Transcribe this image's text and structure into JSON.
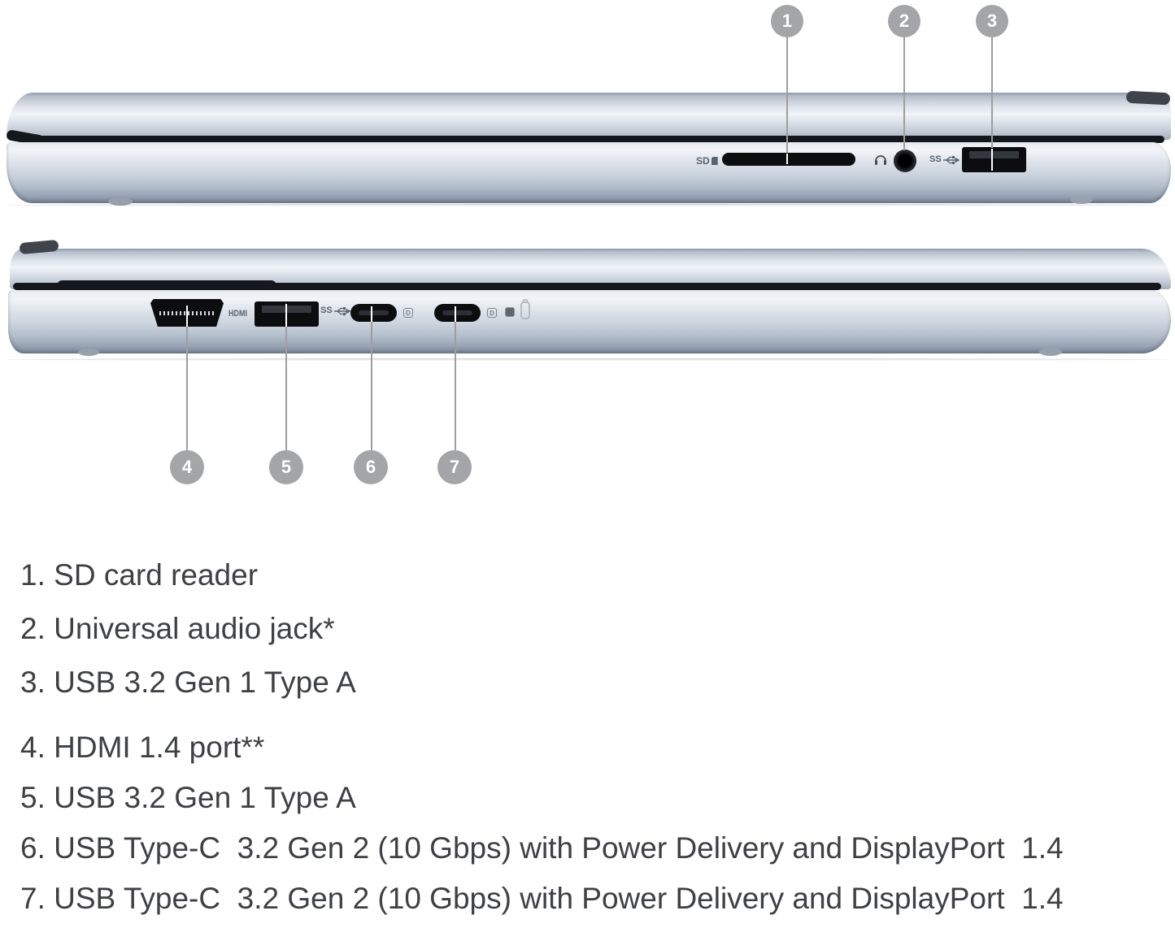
{
  "callouts": {
    "top": [
      {
        "num": "1",
        "target": "sd-card-reader"
      },
      {
        "num": "2",
        "target": "universal-audio-jack"
      },
      {
        "num": "3",
        "target": "usb-a-port"
      }
    ],
    "bottom": [
      {
        "num": "4",
        "target": "hdmi-port"
      },
      {
        "num": "5",
        "target": "usb-a-port"
      },
      {
        "num": "6",
        "target": "usb-c-port-1"
      },
      {
        "num": "7",
        "target": "usb-c-port-2"
      }
    ]
  },
  "port_labels": {
    "sd": "SD",
    "hdmi": "HDMI",
    "usb_superspeed": "SS",
    "displayport": "D"
  },
  "legend": {
    "items": [
      "1. SD card reader",
      "2. Universal audio jack*",
      "3. USB 3.2 Gen 1 Type A",
      "4. HDMI 1.4 port**",
      "5. USB 3.2 Gen 1 Type A",
      "6. USB Type-C  3.2 Gen 2 (10 Gbps) with Power Delivery and DisplayPort  1.4",
      "7. USB Type-C  3.2 Gen 2 (10 Gbps) with Power Delivery and DisplayPort  1.4"
    ]
  },
  "colors": {
    "callout_circle": "#a4a5a7",
    "leader_line": "#9e9e9e",
    "laptop_body": "#ccd3de",
    "port_black": "#0b0d0f",
    "text": "#3e4044"
  }
}
